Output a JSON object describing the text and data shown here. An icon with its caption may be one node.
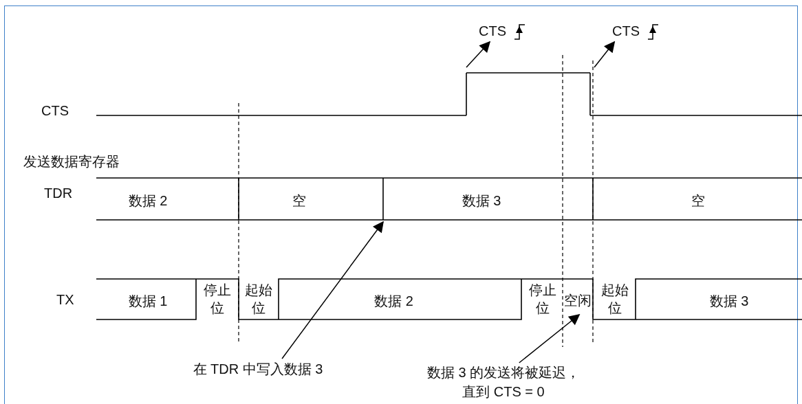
{
  "diagram": {
    "nodes": [
      {
        "text": [
          "CTS"
        ]
      },
      {
        "text": [
          "CTS"
        ]
      },
      {
        "text": [
          "数据 2"
        ]
      },
      {
        "text": [
          "空"
        ]
      },
      {
        "text": [
          "数据 3"
        ]
      },
      {
        "text": [
          "空"
        ]
      },
      {
        "text": [
          "数据 1"
        ]
      },
      {
        "text": [
          "停止位"
        ]
      },
      {
        "text": [
          "起始位"
        ]
      },
      {
        "text": [
          "数据 2"
        ]
      },
      {
        "text": [
          "停止位"
        ]
      },
      {
        "text": [
          "空闲"
        ]
      },
      {
        "text": [
          "起始位"
        ]
      },
      {
        "text": [
          "数据 3"
        ]
      },
      {
        "text": [
          "在 TDR 中写入数据 3"
        ]
      },
      {
        "text": [
          "数据 3 的发送将被延迟，直到 CTS = 0"
        ]
      },
      {
        "text": [],
        "shape": "line"
      },
      {
        "text": [],
        "shape": "line"
      },
      {
        "text": [],
        "shape": "line"
      }
    ],
    "edges": [
      {
        "from": 16,
        "to": 0,
        "arrow": "to"
      },
      {
        "from": 17,
        "to": 1,
        "arrow": "to"
      },
      {
        "from": 14,
        "to": 18,
        "arrow": "to"
      },
      {
        "from": 15,
        "to": 11,
        "arrow": "to"
      }
    ],
    "labels": [
      "CTS",
      "发送数据寄存器",
      "TDR",
      "TX"
    ]
  }
}
